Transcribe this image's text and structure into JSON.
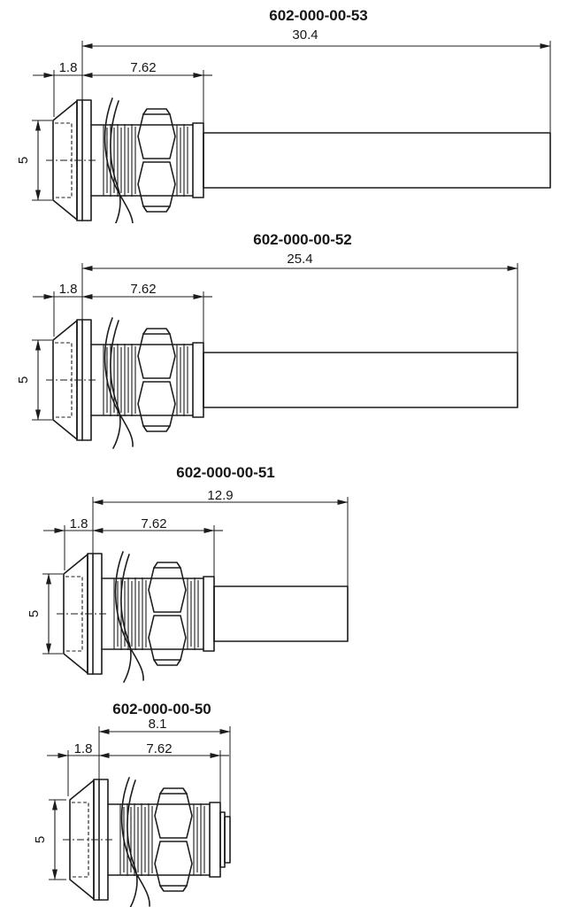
{
  "page": {
    "background": "#ffffff",
    "line_color": "#1c1c1c"
  },
  "drawings": [
    {
      "part_number": "602-000-00-53",
      "overall_length": "30.4",
      "flange_offset": "1.8",
      "thread_length": "7.62",
      "face_height": "5"
    },
    {
      "part_number": "602-000-00-52",
      "overall_length": "25.4",
      "flange_offset": "1.8",
      "thread_length": "7.62",
      "face_height": "5"
    },
    {
      "part_number": "602-000-00-51",
      "overall_length": "12.9",
      "flange_offset": "1.8",
      "thread_length": "7.62",
      "face_height": "5"
    },
    {
      "part_number": "602-000-00-50",
      "overall_length": "8.1",
      "flange_offset": "1.8",
      "thread_length": "7.62",
      "face_height": "5"
    }
  ]
}
